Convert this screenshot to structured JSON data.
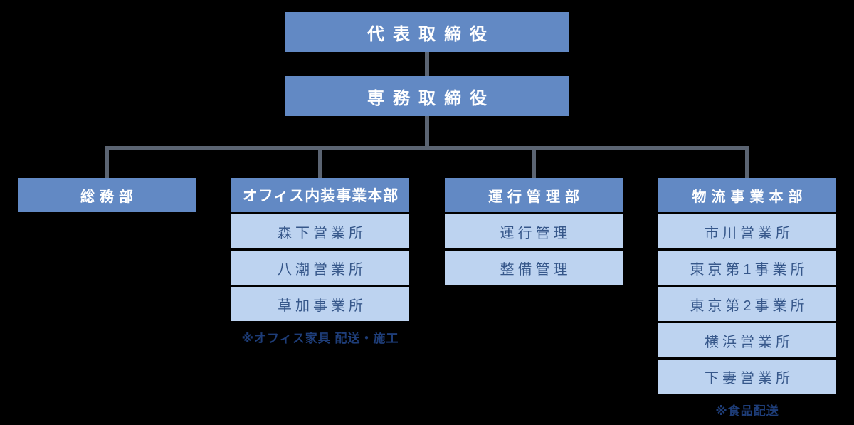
{
  "org": {
    "executives": [
      {
        "label": "代表取締役"
      },
      {
        "label": "専務取締役"
      }
    ],
    "departments": [
      {
        "header": "総務部",
        "items": [],
        "note": ""
      },
      {
        "header": "オフィス内装事業本部",
        "items": [
          "森下営業所",
          "八潮営業所",
          "草加事業所"
        ],
        "note": "※オフィス家具 配送・施工"
      },
      {
        "header": "運行管理部",
        "items": [
          "運行管理",
          "整備管理"
        ],
        "note": ""
      },
      {
        "header": "物流事業本部",
        "items": [
          "市川営業所",
          "東京第1事業所",
          "東京第2事業所",
          "横浜営業所",
          "下妻営業所"
        ],
        "note": "※食品配送"
      }
    ],
    "colors": {
      "node_header_bg": "#6289c4",
      "node_item_bg": "#bdd3f0",
      "header_text": "#ffffff",
      "item_text": "#36578a",
      "note_text": "#1e3d78",
      "connector": "#5b6472",
      "background": "#000000"
    }
  }
}
